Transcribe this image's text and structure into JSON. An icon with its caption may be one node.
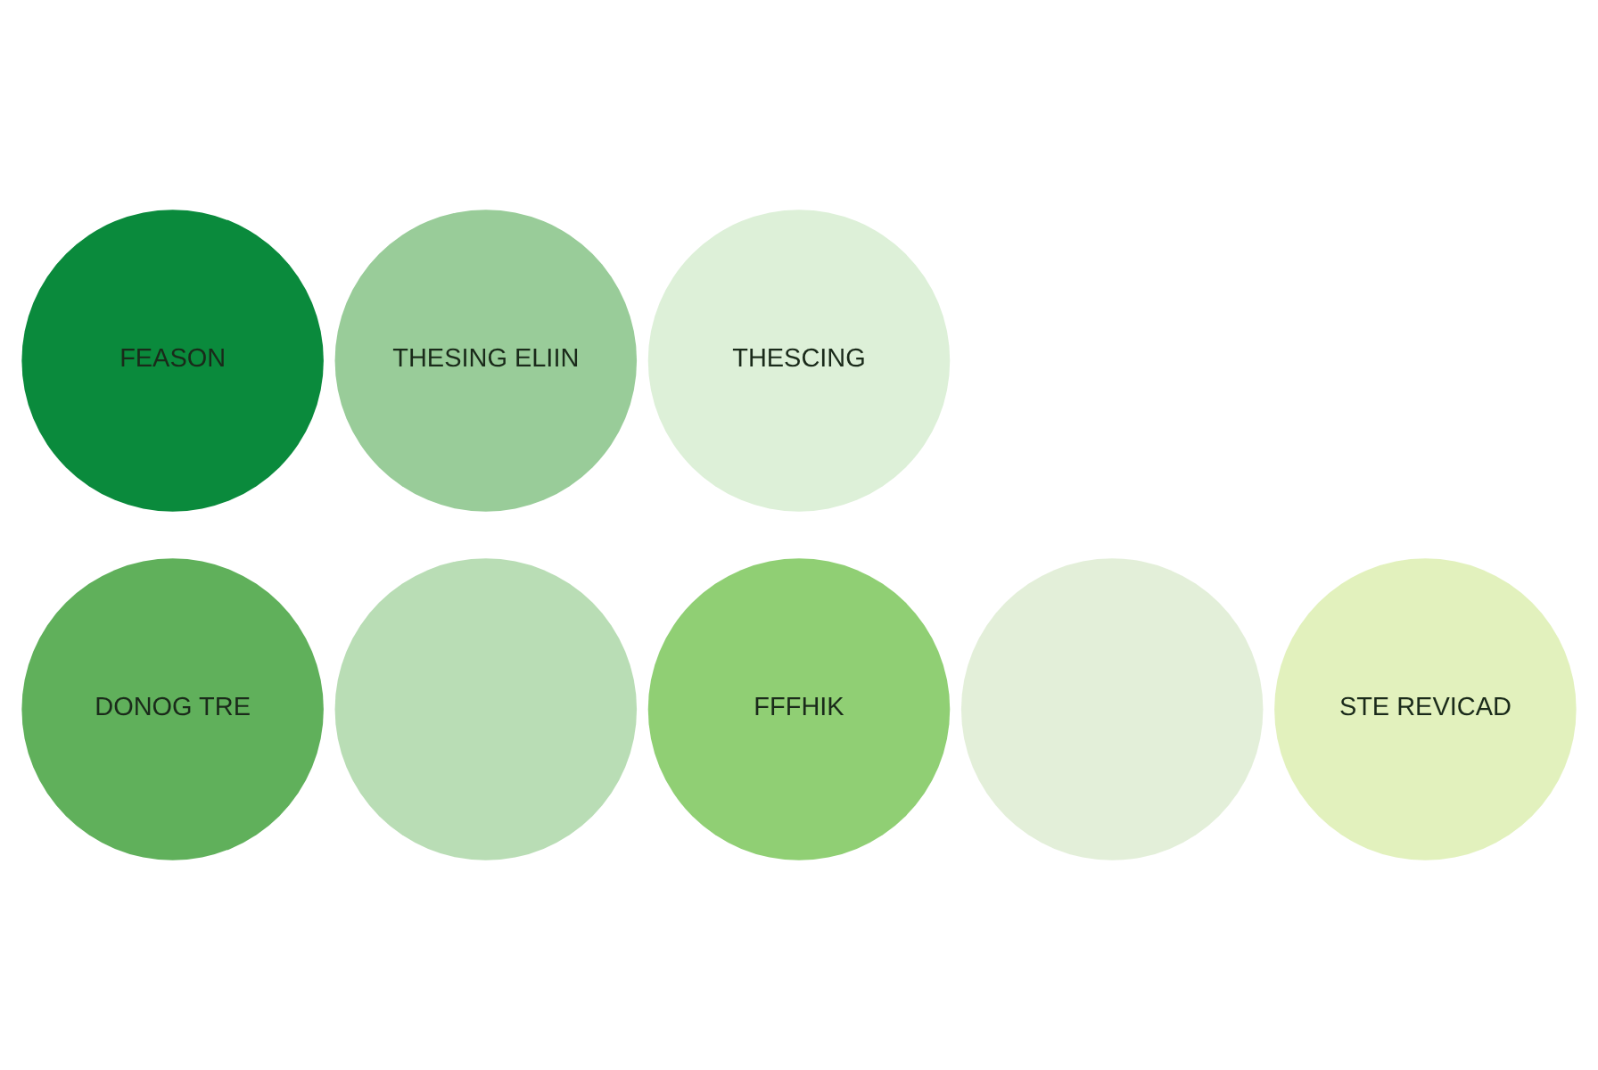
{
  "diagram": {
    "nodes": [
      {
        "text": [
          "FEASON"
        ]
      },
      {
        "text": [
          "THESING ELIIN"
        ]
      },
      {
        "text": [
          "THESCING"
        ]
      },
      {
        "text": [
          "DONOG TRE"
        ]
      },
      {
        "text": [],
        "shape": "circle"
      },
      {
        "text": [
          "FFFHIK"
        ]
      },
      {
        "text": [],
        "shape": "circle"
      },
      {
        "text": [
          "STE REVICAD"
        ]
      }
    ],
    "edges": []
  }
}
